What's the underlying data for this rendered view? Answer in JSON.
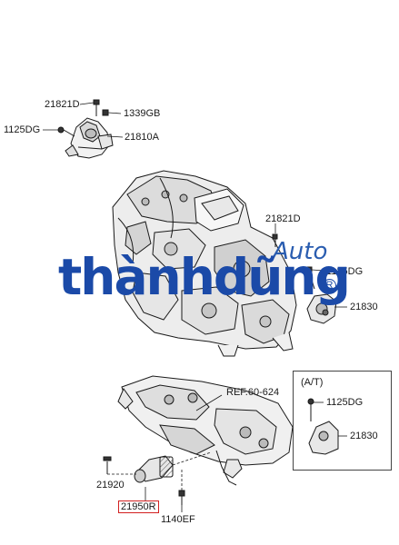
{
  "labels": {
    "top_bolt": "21821D",
    "top_nut": "1339GB",
    "top_left_bolt": "1125DG",
    "top_mount": "21810A",
    "right_bolt_upper": "21821D",
    "right_bolt": "1125DG",
    "right_mount": "21830",
    "ref_prefix": "REF.",
    "ref_value": "60-624",
    "at_title": "(A/T)",
    "at_bolt": "1125DG",
    "at_mount": "21830",
    "rear_bolt": "21920",
    "rear_mount": "21950R",
    "rear_nut": "1140EF"
  },
  "watermark": {
    "auto": "Auto",
    "brand": "thànhdũng",
    "registered": "R"
  },
  "colors": {
    "line": "#1a1a1a",
    "highlight_box": "#d22020",
    "watermark": "#1b4aa8"
  }
}
